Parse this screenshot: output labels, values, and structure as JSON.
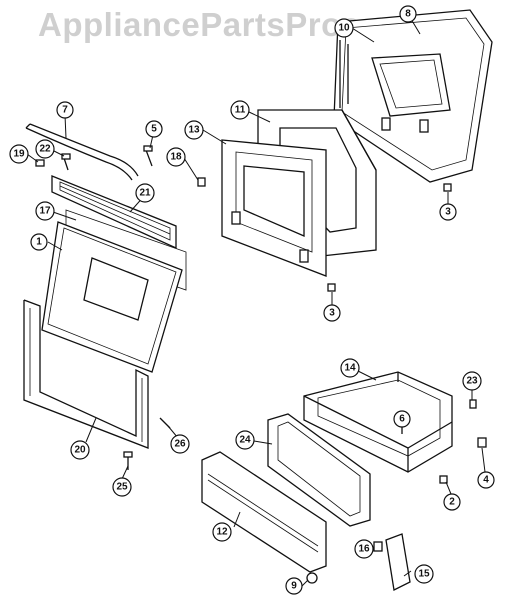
{
  "watermark": "AppliancePartsPros.com",
  "callouts": [
    {
      "id": "c8",
      "label": "8"
    },
    {
      "id": "c10",
      "label": "10"
    },
    {
      "id": "c3a",
      "label": "3"
    },
    {
      "id": "c11",
      "label": "11"
    },
    {
      "id": "c13",
      "label": "13"
    },
    {
      "id": "c18",
      "label": "18"
    },
    {
      "id": "c3b",
      "label": "3"
    },
    {
      "id": "c7",
      "label": "7"
    },
    {
      "id": "c5",
      "label": "5"
    },
    {
      "id": "c19",
      "label": "19"
    },
    {
      "id": "c22",
      "label": "22"
    },
    {
      "id": "c21",
      "label": "21"
    },
    {
      "id": "c17",
      "label": "17"
    },
    {
      "id": "c1",
      "label": "1"
    },
    {
      "id": "c20",
      "label": "20"
    },
    {
      "id": "c26",
      "label": "26"
    },
    {
      "id": "c25",
      "label": "25"
    },
    {
      "id": "c14",
      "label": "14"
    },
    {
      "id": "c23",
      "label": "23"
    },
    {
      "id": "c6",
      "label": "6"
    },
    {
      "id": "c24",
      "label": "24"
    },
    {
      "id": "c4",
      "label": "4"
    },
    {
      "id": "c2",
      "label": "2"
    },
    {
      "id": "c12",
      "label": "12"
    },
    {
      "id": "c16",
      "label": "16"
    },
    {
      "id": "c15",
      "label": "15"
    },
    {
      "id": "c9",
      "label": "9"
    }
  ]
}
